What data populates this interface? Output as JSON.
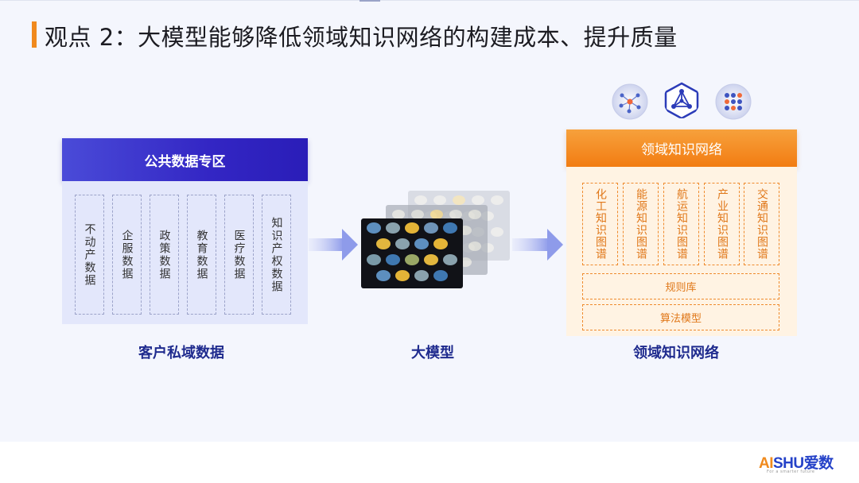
{
  "title": "观点 2：大模型能够降低领域知识网络的构建成本、提升质量",
  "left": {
    "header": "公共数据专区",
    "columns": [
      "不动产数据",
      "企服数据",
      "政策数据",
      "教育数据",
      "医疗数据",
      "知识产权数据"
    ],
    "caption": "客户私域数据"
  },
  "middle": {
    "caption": "大模型"
  },
  "right": {
    "header": "领域知识网络",
    "graphs": [
      "化工知识图谱",
      "能源知识图谱",
      "航运知识图谱",
      "产业知识图谱",
      "交通知识图谱"
    ],
    "rules": "规则库",
    "algorithms": "算法模型",
    "caption": "领域知识网络"
  },
  "footer": {
    "logo_a": "AI",
    "logo_b": "SHU",
    "logo_c": "爱数",
    "tagline": "For a smarter future"
  },
  "colors": {
    "accent_orange": "#f08a1d",
    "accent_blue": "#3326c4",
    "caption_blue": "#1f2b8e"
  },
  "icons": [
    "network-node-icon",
    "knowledge-graph-icon",
    "dot-matrix-icon"
  ]
}
